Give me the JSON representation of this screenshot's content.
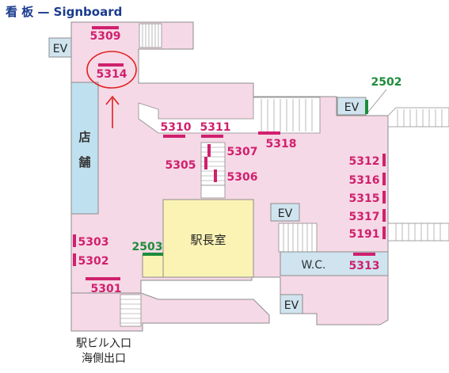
{
  "title": "看 板 — Signboard",
  "colors": {
    "floor": "#f6d9e6",
    "floor_outline": "#8c8c8c",
    "sign_pink": "#d0206e",
    "sign_green": "#1e8c3a",
    "ev_fill": "#cfe4ef",
    "shop_fill": "#bfe0ee",
    "stationmaster_fill": "#fbf3b4",
    "highlight_red": "#e02020"
  },
  "labels": {
    "ev": "EV",
    "shop": [
      "店",
      "舗"
    ],
    "stationmaster": "駅長室",
    "wc": "W.C.",
    "exit_line1": "駅ビル入口",
    "exit_line2": "海側出口"
  },
  "signs": {
    "s5309": "5309",
    "s5314": "5314",
    "s2502": "2502",
    "s5310": "5310",
    "s5311": "5311",
    "s5318": "5318",
    "s5307": "5307",
    "s5305": "5305",
    "s5306": "5306",
    "s5312": "5312",
    "s5316": "5316",
    "s5315": "5315",
    "s5317": "5317",
    "s5191": "5191",
    "s5303": "5303",
    "s5302": "5302",
    "s2503": "2503",
    "s5313": "5313",
    "s5301": "5301"
  }
}
